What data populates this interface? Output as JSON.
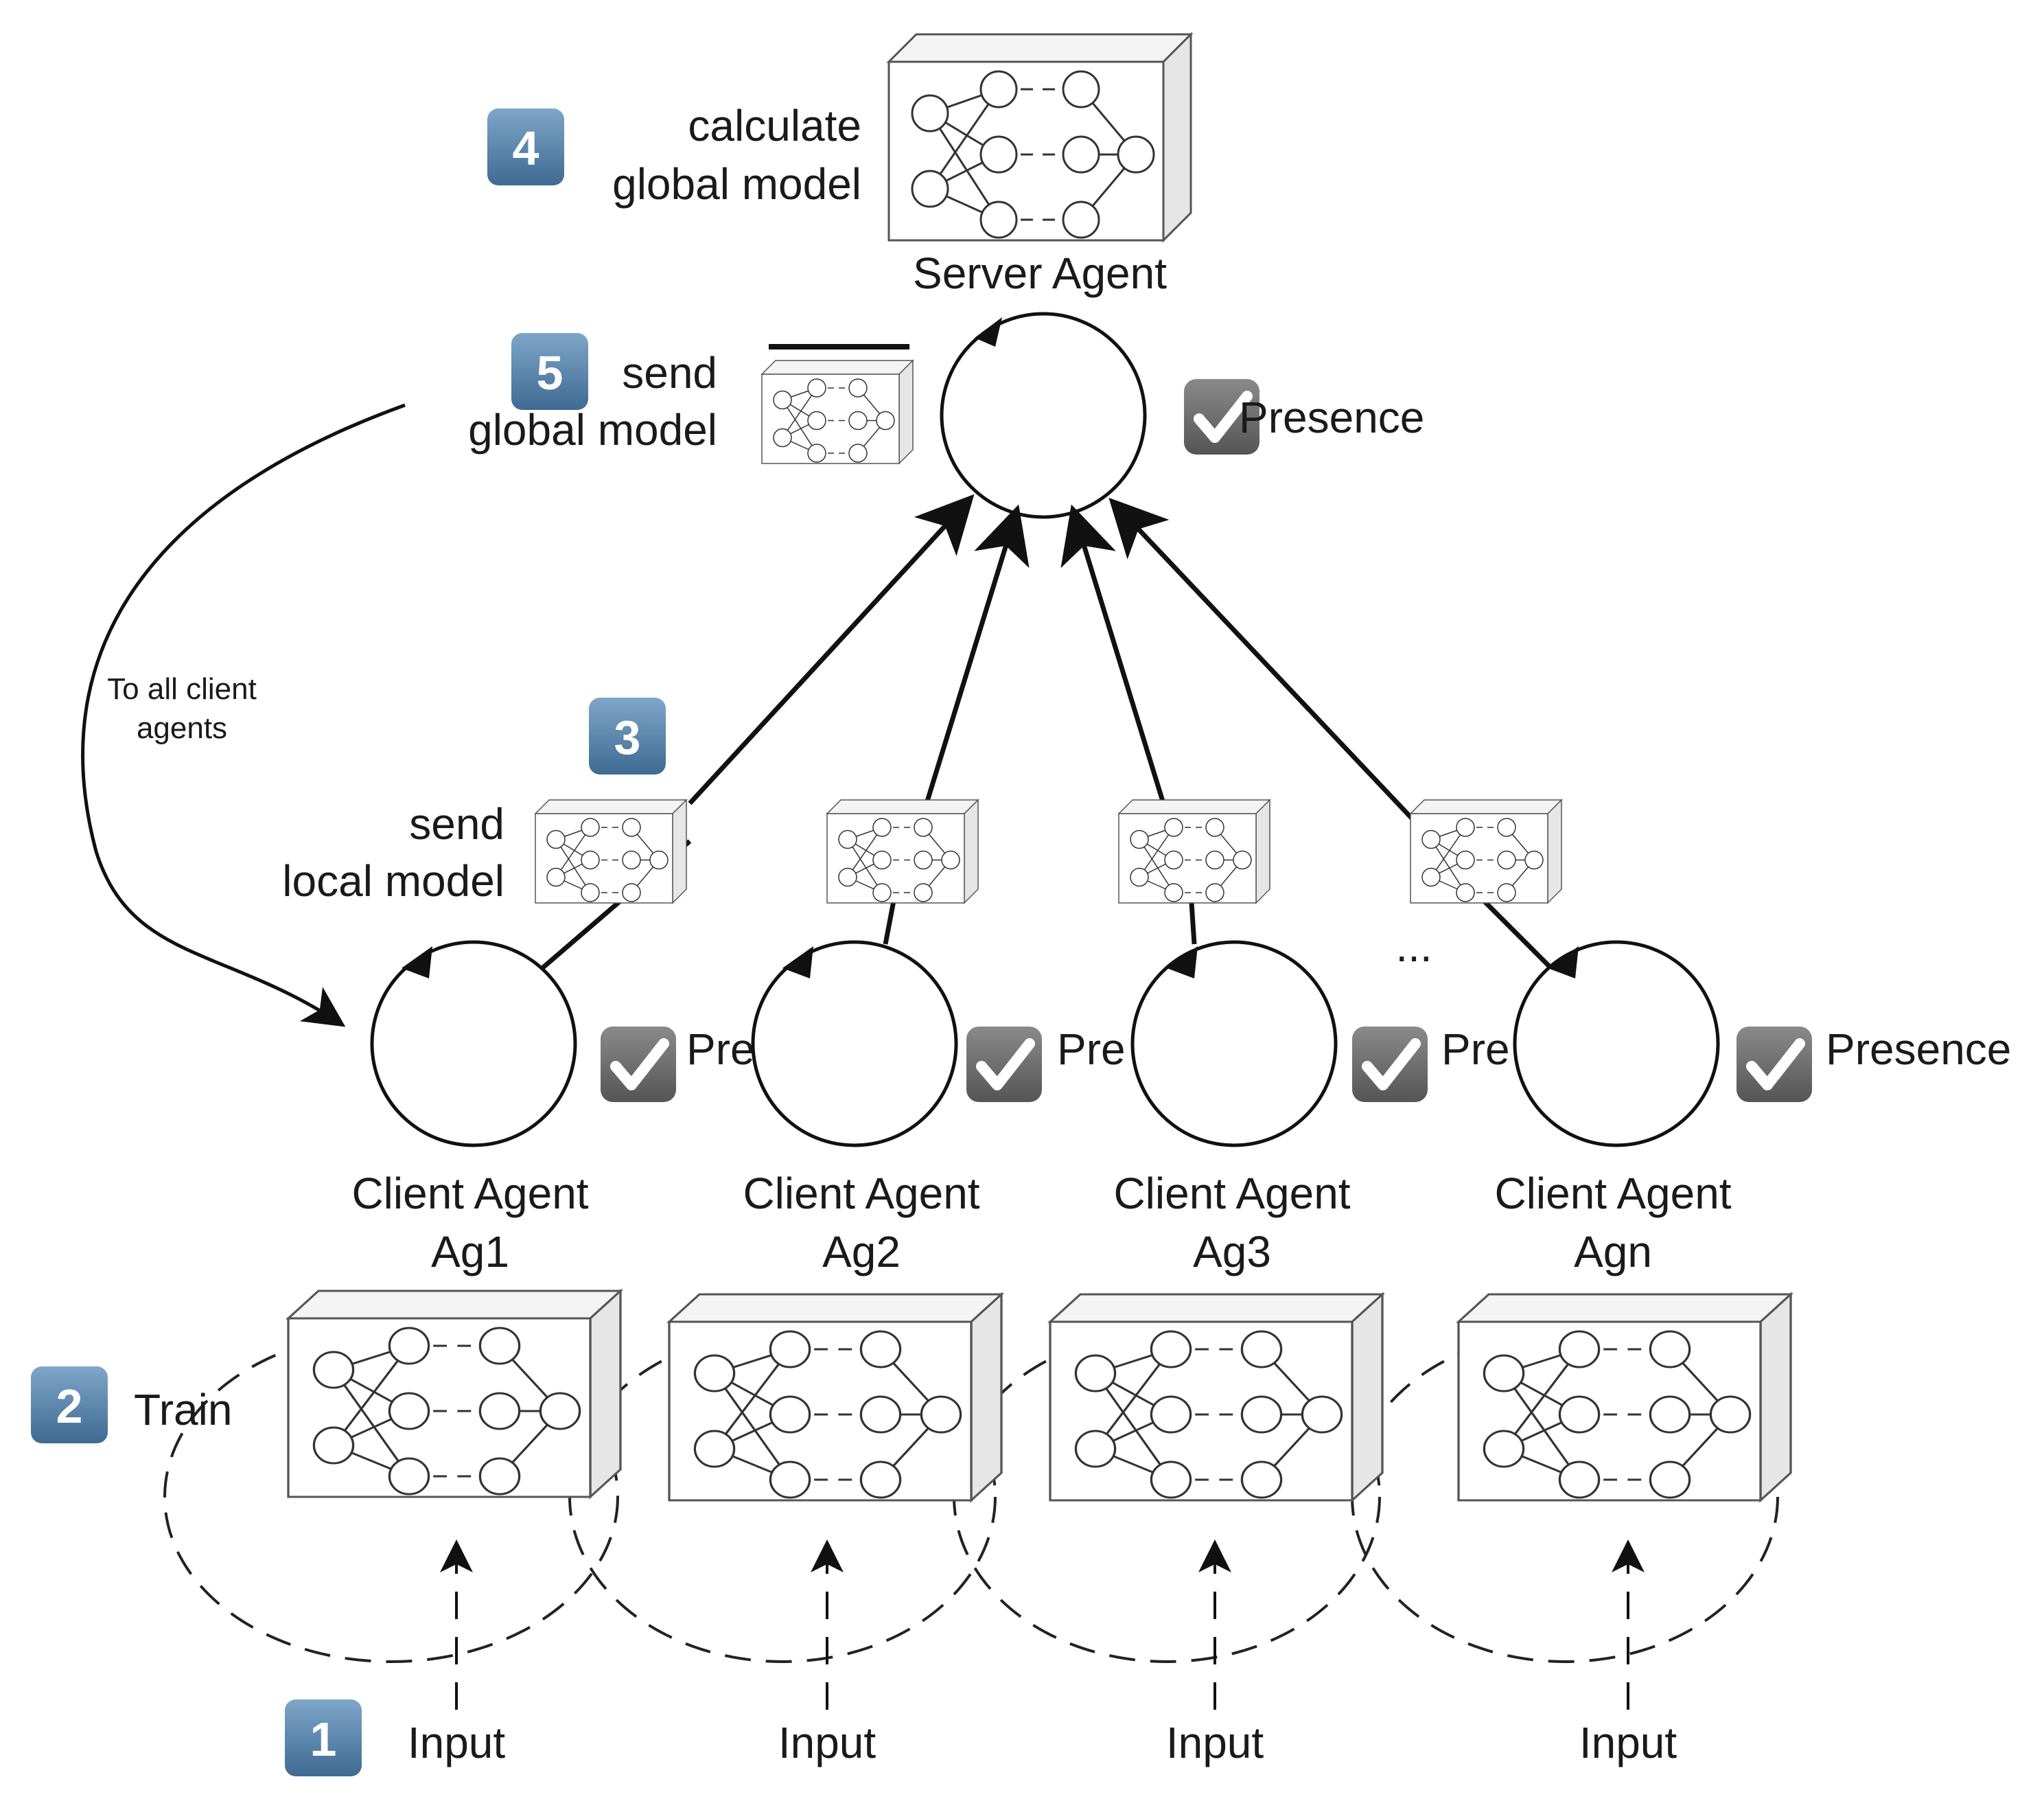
{
  "steps": [
    {
      "num": "1",
      "label": "Input"
    },
    {
      "num": "2",
      "label": "Train"
    },
    {
      "num": "3",
      "label_lines": [
        "send",
        "local model"
      ]
    },
    {
      "num": "4",
      "label_lines": [
        "calculate",
        "global model"
      ]
    },
    {
      "num": "5",
      "label_lines": [
        "send",
        "global model"
      ]
    }
  ],
  "server": {
    "name": "Server Agent",
    "presence": "Presence"
  },
  "clients": [
    {
      "line1": "Client Agent",
      "line2": "Ag1",
      "presence": "Pre",
      "input": "Input"
    },
    {
      "line1": "Client Agent",
      "line2": "Ag2",
      "presence": "Pre",
      "input": "Input"
    },
    {
      "line1": "Client Agent",
      "line2": "Ag3",
      "presence": "Pre",
      "input": "Input"
    },
    {
      "line1": "Client Agent",
      "line2": "Agn",
      "presence": "Presence",
      "input": "Input"
    }
  ],
  "broadcast_note": [
    "To all client",
    "agents"
  ],
  "ellipsis": "...",
  "colors": {
    "badge": "#5b86ad",
    "badge_dark": "#3f6a92",
    "check_box": "#6d6d6d",
    "line": "#111111"
  }
}
